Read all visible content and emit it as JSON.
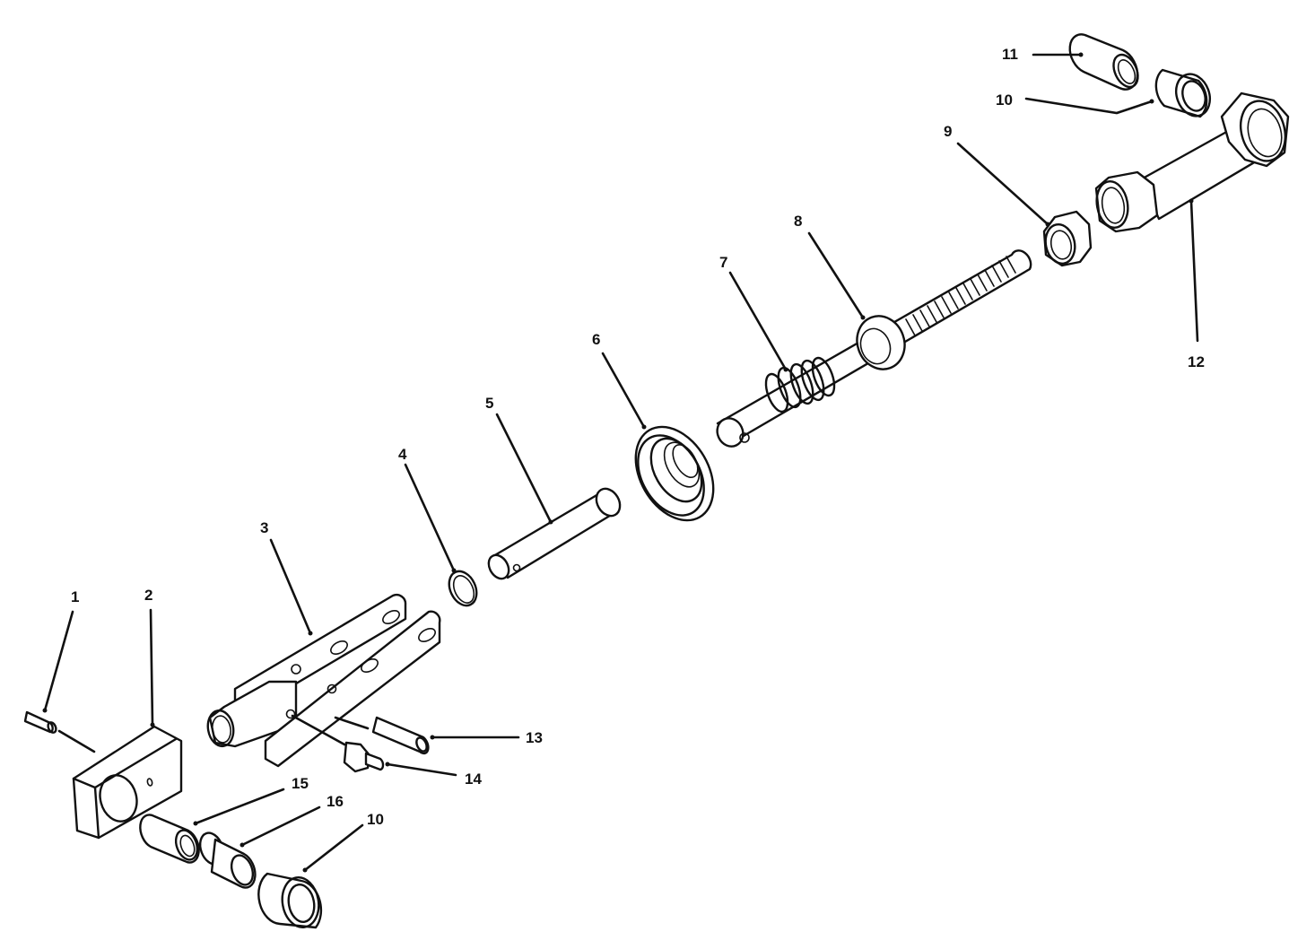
{
  "diagram": {
    "type": "exploded-parts-view",
    "background": "#ffffff",
    "line_color": "#111111",
    "callouts": [
      {
        "id": "1",
        "label": "1",
        "part": "roll-pin-small"
      },
      {
        "id": "2",
        "label": "2",
        "part": "square-end-block"
      },
      {
        "id": "3",
        "label": "3",
        "part": "slotted-clevis-bracket"
      },
      {
        "id": "4",
        "label": "4",
        "part": "retaining-ring"
      },
      {
        "id": "5",
        "label": "5",
        "part": "headed-pin"
      },
      {
        "id": "6",
        "label": "6",
        "part": "spring-cup-seat"
      },
      {
        "id": "7",
        "label": "7",
        "part": "compression-spring"
      },
      {
        "id": "8",
        "label": "8",
        "part": "threaded-rod-with-collar"
      },
      {
        "id": "9",
        "label": "9",
        "part": "hex-nut"
      },
      {
        "id": "10a",
        "label": "10",
        "part": "bushing-large-upper"
      },
      {
        "id": "11",
        "label": "11",
        "part": "sleeve-small"
      },
      {
        "id": "12",
        "label": "12",
        "part": "hex-end-tube-link"
      },
      {
        "id": "13",
        "label": "13",
        "part": "roll-pin"
      },
      {
        "id": "14",
        "label": "14",
        "part": "grease-fitting"
      },
      {
        "id": "15",
        "label": "15",
        "part": "sleeve-bushing"
      },
      {
        "id": "16",
        "label": "16",
        "part": "flanged-bushing"
      },
      {
        "id": "10b",
        "label": "10",
        "part": "bushing-large-lower"
      }
    ]
  }
}
